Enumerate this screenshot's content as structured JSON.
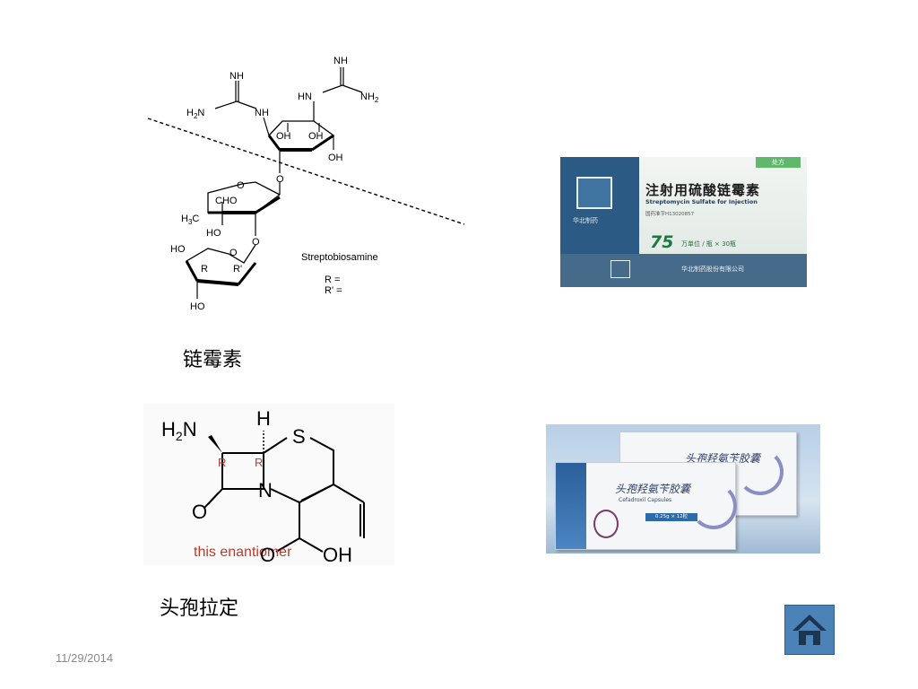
{
  "streptomycin": {
    "caption": "链霉素",
    "labels": {
      "nh_top_left": "NH",
      "nh_top_right": "NH",
      "h2n_left": "H",
      "h2n_left_sub": "2",
      "h2n_left_n": "N",
      "nh_ring_left": "NH",
      "hn_ring_right": "HN",
      "nh2_right": "NH",
      "nh2_right_sub": "2",
      "oh1": "OH",
      "oh2": "OH",
      "oh3": "OH",
      "o_link1": "O",
      "o_ring2": "O",
      "cho": "CHO",
      "h3c": "H",
      "h3c_sub": "3",
      "h3c_c": "C",
      "ho_mid": "HO",
      "o_link2": "O",
      "ho_lower": "HO",
      "o_ring3": "O",
      "r": "R",
      "r_prime": "R'",
      "ho_bottom": "HO",
      "fragment_name": "Streptobiosamine",
      "r_def": "R =",
      "r_prime_def": "R' ="
    }
  },
  "streptomycin_box": {
    "title": "注射用硫酸链霉素",
    "subtitle": "Streptomycin Sulfate for Injection",
    "approval": "国药准字H13020857",
    "dose_big": "75",
    "dose_text": "万单位 / 瓶 × 30瓶",
    "manufacturer": "华北制药股份有限公司",
    "logo_text": "华北制药",
    "tag": "处方"
  },
  "cefradine": {
    "caption": "头孢拉定",
    "labels": {
      "h2n": "H",
      "h2n_sub": "2",
      "h2n_n": "N",
      "h_top": "H",
      "s": "S",
      "r1": "R",
      "r2": "R",
      "n": "N",
      "o_carbonyl": "O",
      "o_acid": "O",
      "oh_acid": "OH",
      "note": "this enantiomer"
    }
  },
  "cefradine_box": {
    "name_front": "头孢羟氨苄胶囊",
    "name_back": "头孢羟氨苄胶囊",
    "name_en": "Cefadroxil Capsules",
    "strength": "0.25g × 12粒"
  },
  "footer": {
    "date": "11/29/2014"
  },
  "nav": {
    "home_icon": "home-icon",
    "button_color": "#4b82b8"
  }
}
